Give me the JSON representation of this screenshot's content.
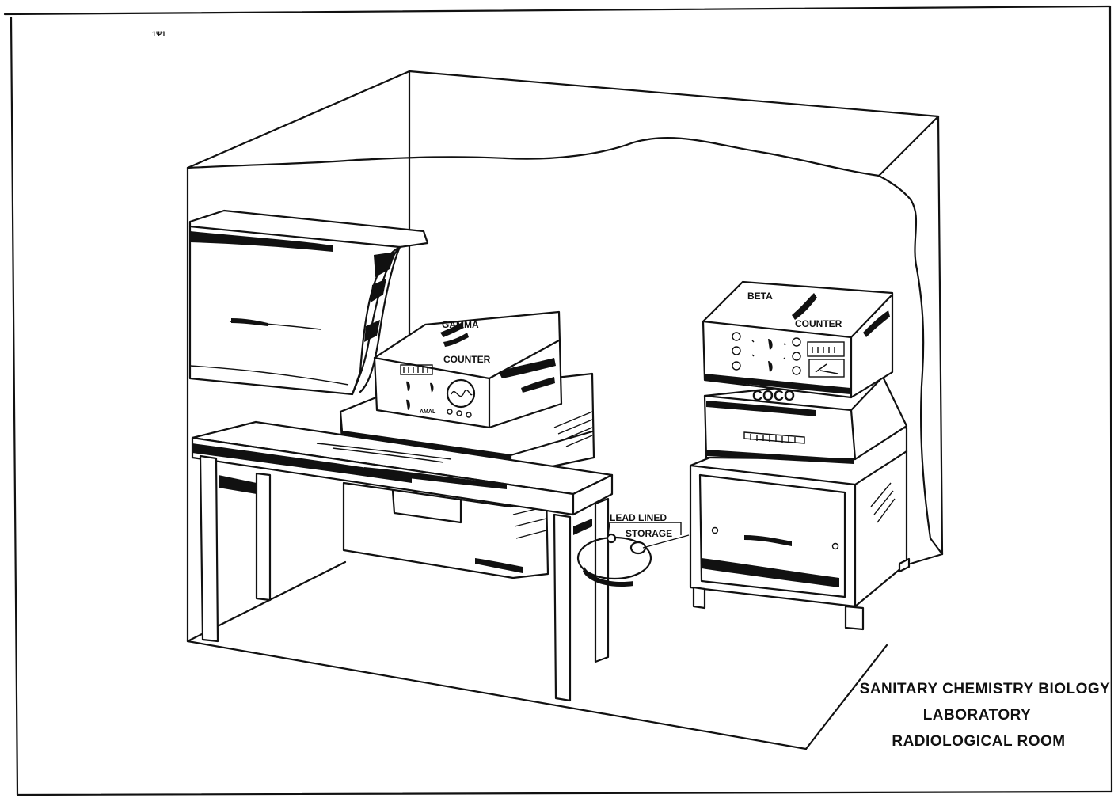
{
  "corner_mark": "1Ψ1",
  "labels": {
    "gamma": "GAMMA",
    "gamma_counter": "COUNTER",
    "beta": "BETA",
    "beta_counter": "COUNTER",
    "coco": "COCO",
    "gamma_brand": "AMAL",
    "lead_lined": "LEAD LINED",
    "storage": "STORAGE"
  },
  "caption": {
    "line1": "SANITARY CHEMISTRY BIOLOGY",
    "line2": "LABORATORY",
    "line3": "RADIOLOGICAL ROOM"
  }
}
